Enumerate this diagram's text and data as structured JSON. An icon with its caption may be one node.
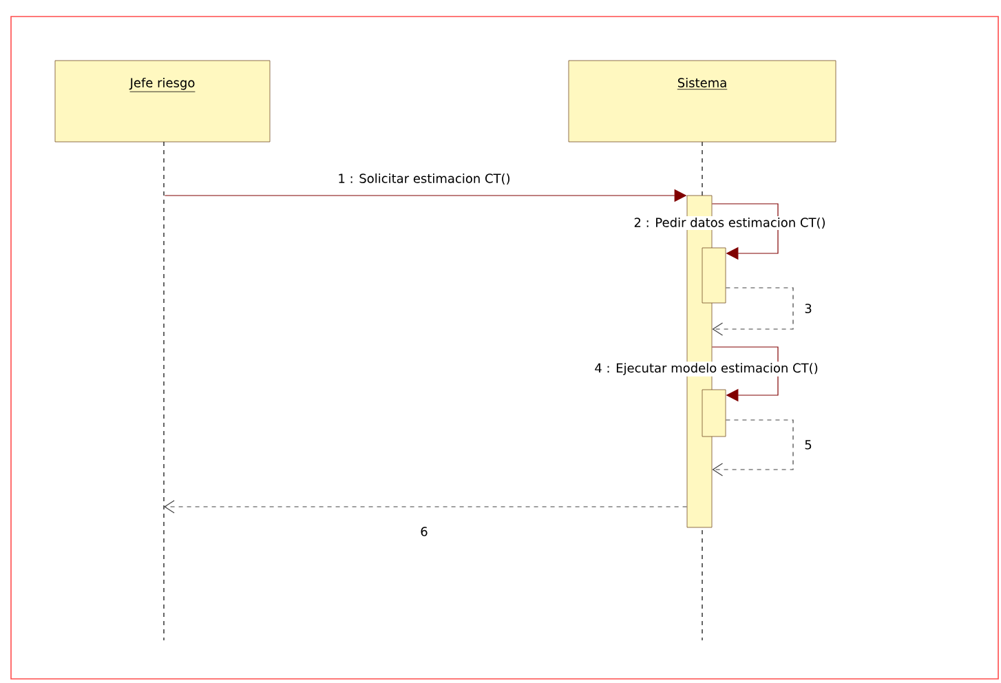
{
  "diagram": {
    "nodes": [
      {
        "text": [
          "Jefe riesgo"
        ]
      },
      {
        "text": [
          "Sistema"
        ]
      },
      {
        "text": [],
        "shape": "line"
      },
      {
        "text": [],
        "shape": "bar"
      },
      {
        "text": [],
        "shape": "bar"
      },
      {
        "text": [],
        "shape": "bar"
      }
    ],
    "edges": [
      {
        "from": 2,
        "to": 3,
        "arrow": "to",
        "label": "1 : Solicitar estimacion CT()"
      },
      {
        "from": 3,
        "to": 4,
        "arrow": "to",
        "label": "2 : Pedir datos estimacion CT()"
      },
      {
        "from": 4,
        "to": 3,
        "arrow": "to",
        "label": "3",
        "style": "dashed"
      },
      {
        "from": 3,
        "to": 5,
        "arrow": "to",
        "label": "4 : Ejecutar modelo estimacion CT()"
      },
      {
        "from": 5,
        "to": 3,
        "arrow": "to",
        "label": "5",
        "style": "dashed"
      },
      {
        "from": 3,
        "to": 2,
        "arrow": "to",
        "label": "6",
        "style": "dashed"
      }
    ]
  }
}
